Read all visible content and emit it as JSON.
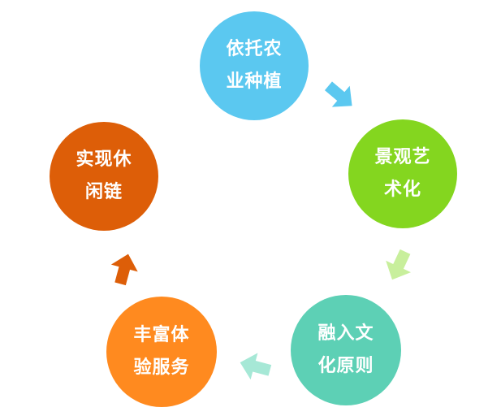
{
  "cycle": {
    "nodes": [
      {
        "id": "agriculture",
        "lines": [
          "依托农",
          "业种植"
        ],
        "color": "#5bc8f0"
      },
      {
        "id": "landscape",
        "lines": [
          "景观艺",
          "术化"
        ],
        "color": "#84d61f"
      },
      {
        "id": "culture",
        "lines": [
          "融入文",
          "化原则"
        ],
        "color": "#5dd0b5"
      },
      {
        "id": "service",
        "lines": [
          "丰富体",
          "验服务"
        ],
        "color": "#ff8a1f"
      },
      {
        "id": "leisure",
        "lines": [
          "实现休",
          "闲链"
        ],
        "color": "#dd5e08"
      }
    ],
    "arrows": [
      {
        "id": "arrow-1",
        "color": "#5bc8f0",
        "icon": "arrow-right-down-icon"
      },
      {
        "id": "arrow-2",
        "color": "#c8ef9c",
        "icon": "arrow-down-icon"
      },
      {
        "id": "arrow-3",
        "color": "#a6e8d6",
        "icon": "arrow-left-icon"
      },
      {
        "id": "arrow-4",
        "color": "#dd5e08",
        "icon": "arrow-up-icon"
      }
    ]
  }
}
